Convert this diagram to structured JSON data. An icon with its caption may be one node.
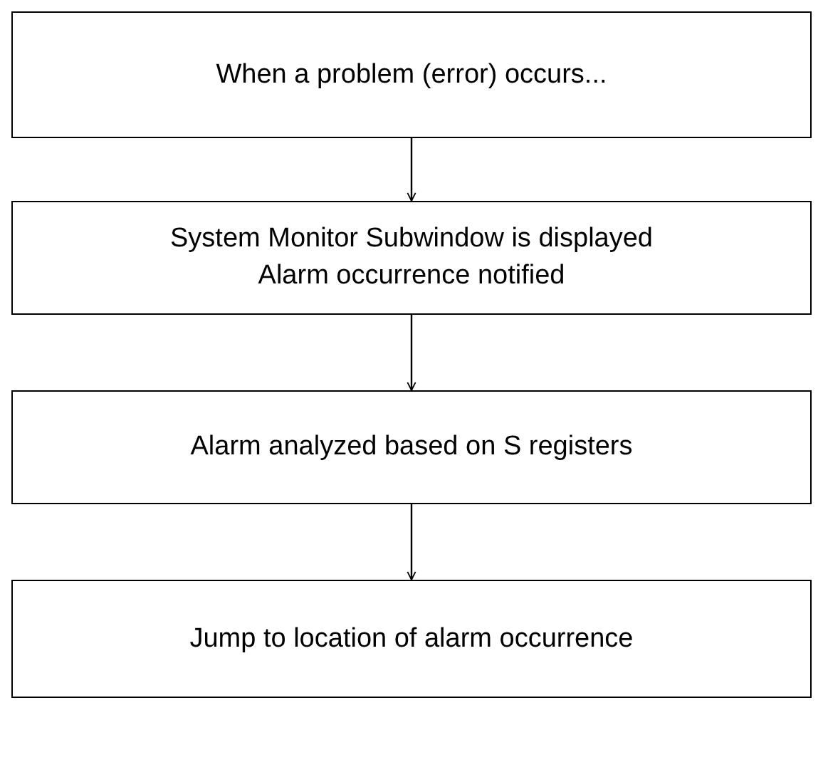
{
  "diagram": {
    "nodes": [
      {
        "text": [
          "When a problem (error) occurs..."
        ]
      },
      {
        "text": [
          "System Monitor Subwindow is displayed",
          "Alarm occurrence notified"
        ]
      },
      {
        "text": [
          "Alarm analyzed based on S registers"
        ]
      },
      {
        "text": [
          "Jump to location of alarm occurrence"
        ]
      }
    ],
    "edges": [
      {
        "from": 0,
        "to": 1,
        "arrow": "to"
      },
      {
        "from": 1,
        "to": 2,
        "arrow": "to"
      },
      {
        "from": 2,
        "to": 3,
        "arrow": "to"
      }
    ]
  }
}
